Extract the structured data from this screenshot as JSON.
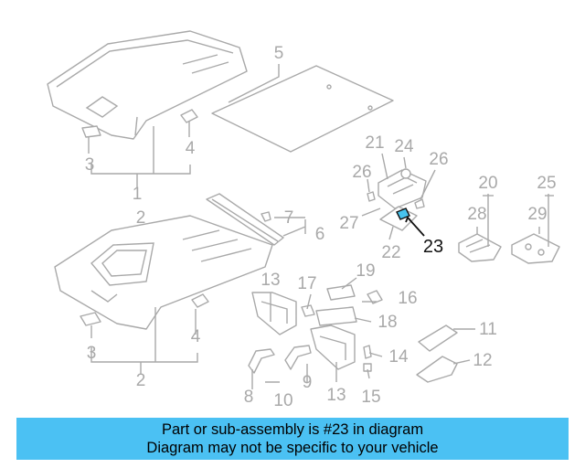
{
  "callouts": {
    "c1": "1",
    "c2": "2",
    "c3a": "3",
    "c3b": "3",
    "c4a": "4",
    "c4b": "4",
    "c5": "5",
    "c6": "6",
    "c7": "7",
    "c8": "8",
    "c9": "9",
    "c10": "10",
    "c11": "11",
    "c12": "12",
    "c13a": "13",
    "c13b": "13",
    "c14": "14",
    "c15": "15",
    "c16": "16",
    "c17": "17",
    "c18": "18",
    "c19": "19",
    "c20": "20",
    "c21": "21",
    "c22": "22",
    "c23": "23",
    "c24": "24",
    "c25": "25",
    "c26a": "26",
    "c26b": "26",
    "c27": "27",
    "c28": "28",
    "c29": "29"
  },
  "highlighted_part": "23",
  "banner": {
    "line1": "Part or sub-assembly is #23 in diagram",
    "line2": "Diagram may not be specific to your vehicle",
    "background": "#4bc1f3"
  },
  "colors": {
    "line": "#a9a9a9",
    "highlight": "#47c3ee",
    "text": "#000000"
  }
}
